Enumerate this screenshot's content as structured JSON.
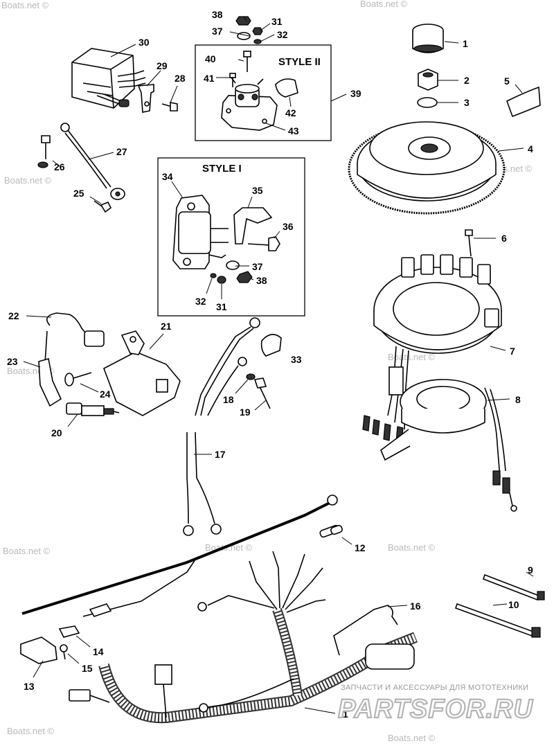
{
  "diagram": {
    "style_labels": {
      "style_ii": "STYLE II",
      "style_i": "STYLE I"
    },
    "callouts": {
      "c1": "1",
      "c2": "2",
      "c3": "3",
      "c4": "4",
      "c5": "5",
      "c6": "6",
      "c7": "7",
      "c8": "8",
      "c9": "9",
      "c10": "10",
      "c11": "11",
      "c12": "12",
      "c13": "13",
      "c14": "14",
      "c15": "15",
      "c16": "16",
      "c17": "17",
      "c18": "18",
      "c19": "19",
      "c20": "20",
      "c21": "21",
      "c22": "22",
      "c23": "23",
      "c24": "24",
      "c25": "25",
      "c26": "26",
      "c27": "27",
      "c28": "28",
      "c29": "29",
      "c30": "30",
      "c31a": "31",
      "c31b": "31",
      "c32a": "32",
      "c32b": "32",
      "c33": "33",
      "c34": "34",
      "c35": "35",
      "c36": "36",
      "c37a": "37",
      "c37b": "37",
      "c38a": "38",
      "c38b": "38",
      "c39": "39",
      "c40": "40",
      "c41": "41",
      "c42": "42",
      "c43": "43"
    }
  },
  "watermarks": {
    "boats_net": "Boats.net ©",
    "shop_line": "ЗАПЧАСТИ И АКСЕССУАРЫ ДЛЯ МОТОТЕХНИКИ",
    "shop_logo": "PARTSFOR.RU"
  }
}
